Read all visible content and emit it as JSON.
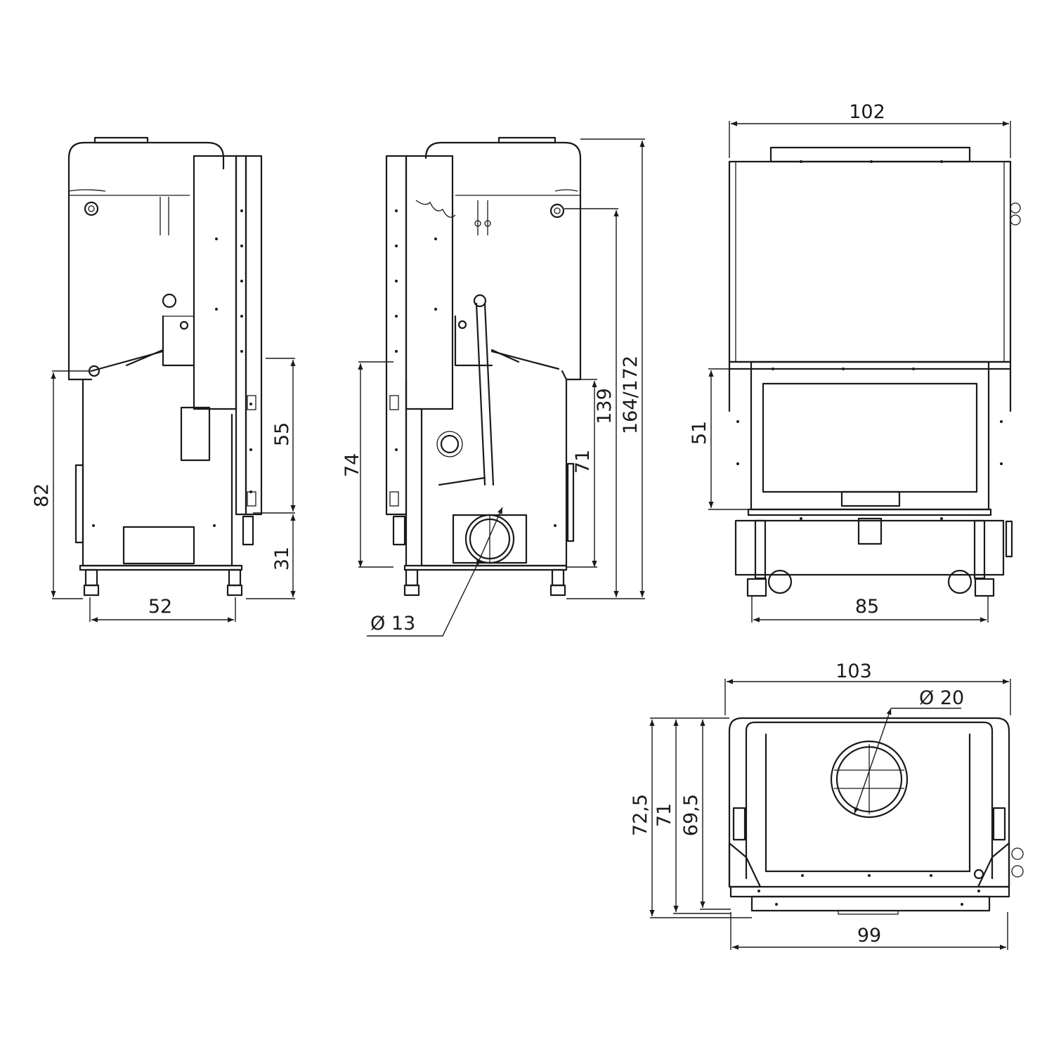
{
  "drawing": {
    "side_view_left": {
      "height_label": "82",
      "width_label": "52",
      "upper_label": "55",
      "lower_label": "31"
    },
    "side_view_right": {
      "connection_height_label": "74",
      "socket_height_label": "71",
      "inlet_height_label": "139",
      "total_height_label": "164/172",
      "inlet_diameter_label": "Ø 13"
    },
    "front_view": {
      "width_label": "102",
      "door_height_label": "51",
      "base_width_label": "85"
    },
    "top_view": {
      "width_label": "103",
      "depth_outer_label": "72,5",
      "depth_mid_label": "71",
      "depth_inner_label": "69,5",
      "flue_diameter_label": "Ø 20",
      "front_width_label": "99"
    }
  }
}
